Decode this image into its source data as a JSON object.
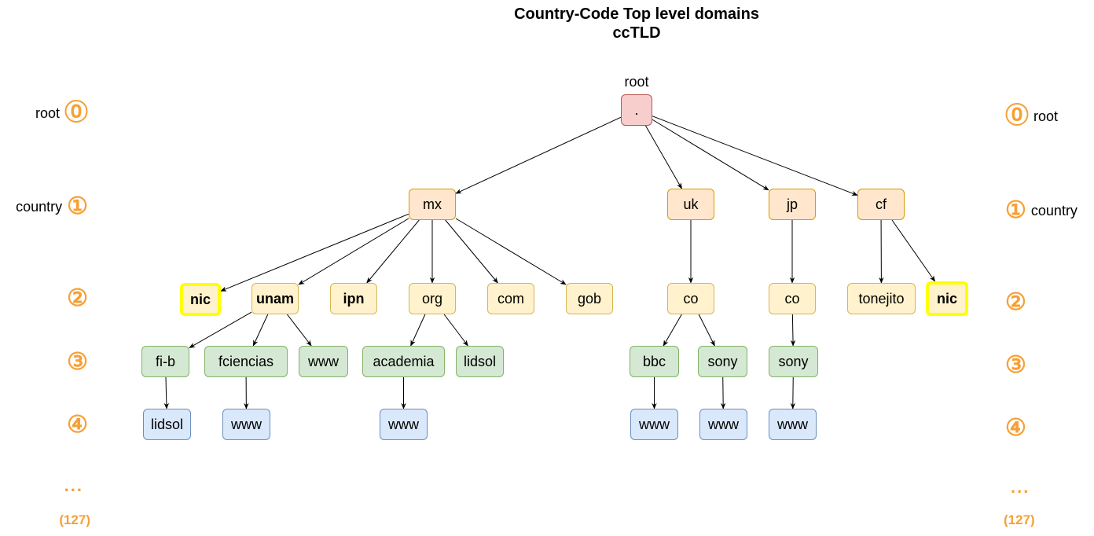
{
  "title": {
    "line1": "Country-Code Top level domains",
    "line2": "ccTLD"
  },
  "root_caption": "root",
  "levels_left": [
    {
      "label": "root",
      "marker": "⓪"
    },
    {
      "label": "country",
      "marker": "①"
    },
    {
      "label": "",
      "marker": "②"
    },
    {
      "label": "",
      "marker": "③"
    },
    {
      "label": "",
      "marker": "④"
    },
    {
      "label": "",
      "marker": "..."
    },
    {
      "label": "",
      "marker": "(127)"
    }
  ],
  "levels_right": [
    {
      "label": "root",
      "marker": "⓪"
    },
    {
      "label": "country",
      "marker": "①"
    },
    {
      "label": "",
      "marker": "②"
    },
    {
      "label": "",
      "marker": "③"
    },
    {
      "label": "",
      "marker": "④"
    },
    {
      "label": "",
      "marker": "..."
    },
    {
      "label": "",
      "marker": "(127)"
    }
  ],
  "colors": {
    "root": "#f8cecc",
    "country": "#ffe6cc",
    "level2": "#fff2cc",
    "level3": "#d5e8d4",
    "level4": "#dae8fc",
    "highlight": "#ffff00",
    "level_marker": "#f7a035"
  },
  "nodes": [
    {
      "id": "root",
      "label": ".",
      "level": 0
    },
    {
      "id": "mx",
      "label": "mx",
      "level": 1,
      "parent": "root"
    },
    {
      "id": "uk",
      "label": "uk",
      "level": 1,
      "parent": "root"
    },
    {
      "id": "jp",
      "label": "jp",
      "level": 1,
      "parent": "root"
    },
    {
      "id": "cf",
      "label": "cf",
      "level": 1,
      "parent": "root"
    },
    {
      "id": "mx_nic",
      "label": "nic",
      "level": 2,
      "parent": "mx",
      "bold": true,
      "highlight": true
    },
    {
      "id": "unam",
      "label": "unam",
      "level": 2,
      "parent": "mx",
      "bold": true
    },
    {
      "id": "ipn",
      "label": "ipn",
      "level": 2,
      "parent": "mx",
      "bold": true
    },
    {
      "id": "org",
      "label": "org",
      "level": 2,
      "parent": "mx"
    },
    {
      "id": "com",
      "label": "com",
      "level": 2,
      "parent": "mx"
    },
    {
      "id": "gob",
      "label": "gob",
      "level": 2,
      "parent": "mx"
    },
    {
      "id": "uk_co",
      "label": "co",
      "level": 2,
      "parent": "uk"
    },
    {
      "id": "jp_co",
      "label": "co",
      "level": 2,
      "parent": "jp"
    },
    {
      "id": "tonejito",
      "label": "tonejito",
      "level": 2,
      "parent": "cf"
    },
    {
      "id": "cf_nic",
      "label": "nic",
      "level": 2,
      "parent": "cf",
      "bold": true,
      "highlight": true
    },
    {
      "id": "fib",
      "label": "fi-b",
      "level": 3,
      "parent": "unam"
    },
    {
      "id": "fciencias",
      "label": "fciencias",
      "level": 3,
      "parent": "unam"
    },
    {
      "id": "unam_www",
      "label": "www",
      "level": 3,
      "parent": "unam"
    },
    {
      "id": "academia",
      "label": "academia",
      "level": 3,
      "parent": "org"
    },
    {
      "id": "org_lidsol",
      "label": "lidsol",
      "level": 3,
      "parent": "org"
    },
    {
      "id": "bbc",
      "label": "bbc",
      "level": 3,
      "parent": "uk_co"
    },
    {
      "id": "uk_sony",
      "label": "sony",
      "level": 3,
      "parent": "uk_co"
    },
    {
      "id": "jp_sony",
      "label": "sony",
      "level": 3,
      "parent": "jp_co"
    },
    {
      "id": "fib_lidsol",
      "label": "lidsol",
      "level": 4,
      "parent": "fib"
    },
    {
      "id": "fciencias_www",
      "label": "www",
      "level": 4,
      "parent": "fciencias"
    },
    {
      "id": "academia_www",
      "label": "www",
      "level": 4,
      "parent": "academia"
    },
    {
      "id": "bbc_www",
      "label": "www",
      "level": 4,
      "parent": "bbc"
    },
    {
      "id": "uk_sony_www",
      "label": "www",
      "level": 4,
      "parent": "uk_sony"
    },
    {
      "id": "jp_sony_www",
      "label": "www",
      "level": 4,
      "parent": "jp_sony"
    }
  ]
}
